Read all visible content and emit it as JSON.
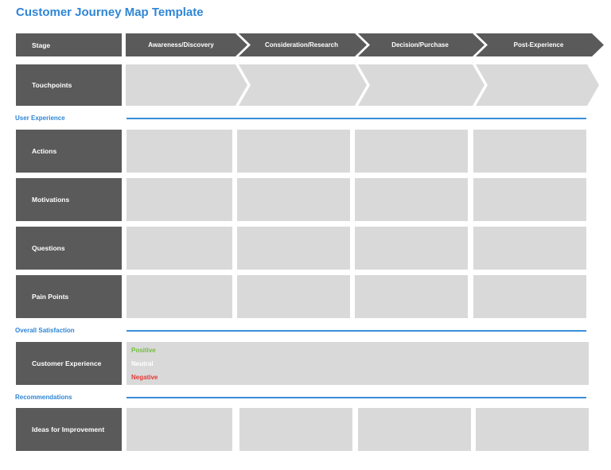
{
  "title": "Customer Journey Map Template",
  "stage_label": "Stage",
  "stages": [
    "Awareness/Discovery",
    "Consideration/Research",
    "Decision/Purchase",
    "Post-Experience"
  ],
  "touchpoints_label": "Touchpoints",
  "sections": {
    "user_experience": "User Experience",
    "overall_satisfaction": "Overall Satisfaction",
    "recommendations": "Recommendations"
  },
  "rows": {
    "actions": "Actions",
    "motivations": "Motivations",
    "questions": "Questions",
    "pain_points": "Pain Points",
    "customer_experience": "Customer Experience",
    "ideas": "Ideas for Improvement"
  },
  "satisfaction": {
    "positive": "Positive",
    "neutral": "Neutral",
    "negative": "Negative"
  },
  "colors": {
    "accent": "#2f86d6",
    "positive": "#6fbf3b",
    "neutral": "#ffffff",
    "negative": "#e53935",
    "label_bg": "#5a5a5a",
    "cell_bg": "#d9d9d9"
  }
}
